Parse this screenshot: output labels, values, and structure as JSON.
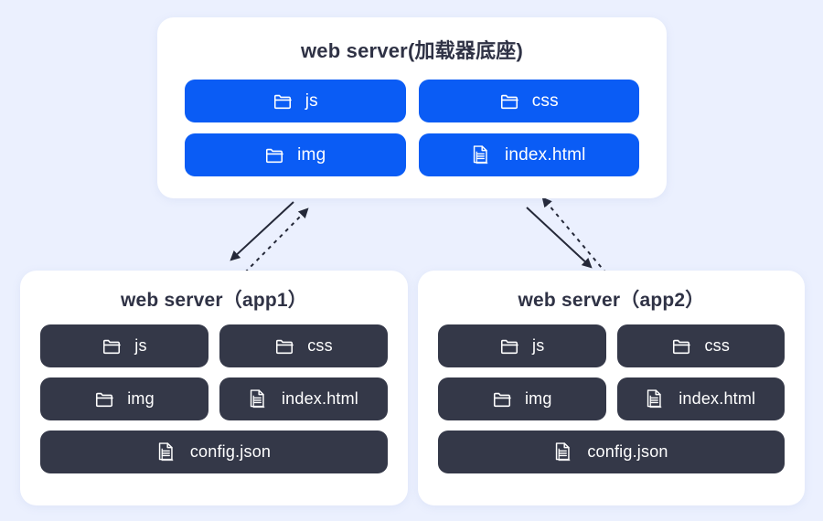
{
  "theme": {
    "background": "#ebf0fe",
    "card_background": "#ffffff",
    "accent_blue": "#0a5cf5",
    "dark_slate": "#343848",
    "title_color": "#2f3245",
    "arrow_color": "#242838"
  },
  "cards": {
    "top": {
      "title": "web server(加载器底座)",
      "items": [
        {
          "label": "js",
          "icon": "folder-icon",
          "wide": false
        },
        {
          "label": "css",
          "icon": "folder-icon",
          "wide": false
        },
        {
          "label": "img",
          "icon": "folder-icon",
          "wide": false
        },
        {
          "label": "index.html",
          "icon": "document-icon",
          "wide": false
        }
      ]
    },
    "app1": {
      "title": "web server（app1）",
      "items": [
        {
          "label": "js",
          "icon": "folder-icon",
          "wide": false
        },
        {
          "label": "css",
          "icon": "folder-icon",
          "wide": false
        },
        {
          "label": "img",
          "icon": "folder-icon",
          "wide": false
        },
        {
          "label": "index.html",
          "icon": "document-icon",
          "wide": false
        },
        {
          "label": "config.json",
          "icon": "document-icon",
          "wide": true
        }
      ]
    },
    "app2": {
      "title": "web server（app2）",
      "items": [
        {
          "label": "js",
          "icon": "folder-icon",
          "wide": false
        },
        {
          "label": "css",
          "icon": "folder-icon",
          "wide": false
        },
        {
          "label": "img",
          "icon": "folder-icon",
          "wide": false
        },
        {
          "label": "index.html",
          "icon": "document-icon",
          "wide": false
        },
        {
          "label": "config.json",
          "icon": "document-icon",
          "wide": true
        }
      ]
    }
  },
  "connectors": [
    {
      "name": "top-to-app1-solid",
      "style": "solid",
      "direction": "down-left"
    },
    {
      "name": "app1-to-top-dashed",
      "style": "dashed",
      "direction": "up-right"
    },
    {
      "name": "top-to-app2-solid",
      "style": "solid",
      "direction": "down-right"
    },
    {
      "name": "app2-to-top-dashed",
      "style": "dashed",
      "direction": "up-left"
    }
  ]
}
